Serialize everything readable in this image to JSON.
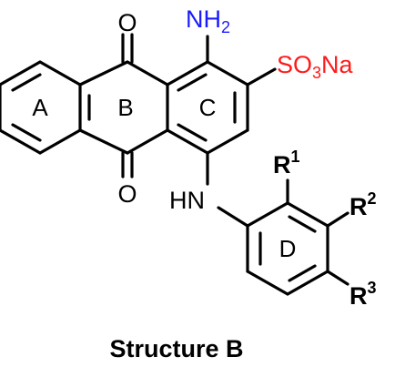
{
  "structure": {
    "carbonyl_top": "O",
    "carbonyl_bottom": "O",
    "amine": {
      "main": "NH",
      "sub": "2",
      "color": "#1a1aff"
    },
    "sulfonate": {
      "a": "SO",
      "sub": "3",
      "b": "Na",
      "color": "#ff1a1a"
    },
    "linker": "HN",
    "rings": {
      "a": "A",
      "b": "B",
      "c": "C",
      "d": "D"
    },
    "r1": {
      "main": "R",
      "sup": "1"
    },
    "r2": {
      "main": "R",
      "sup": "2"
    },
    "r3": {
      "main": "R",
      "sup": "3"
    }
  },
  "caption": "Structure B"
}
